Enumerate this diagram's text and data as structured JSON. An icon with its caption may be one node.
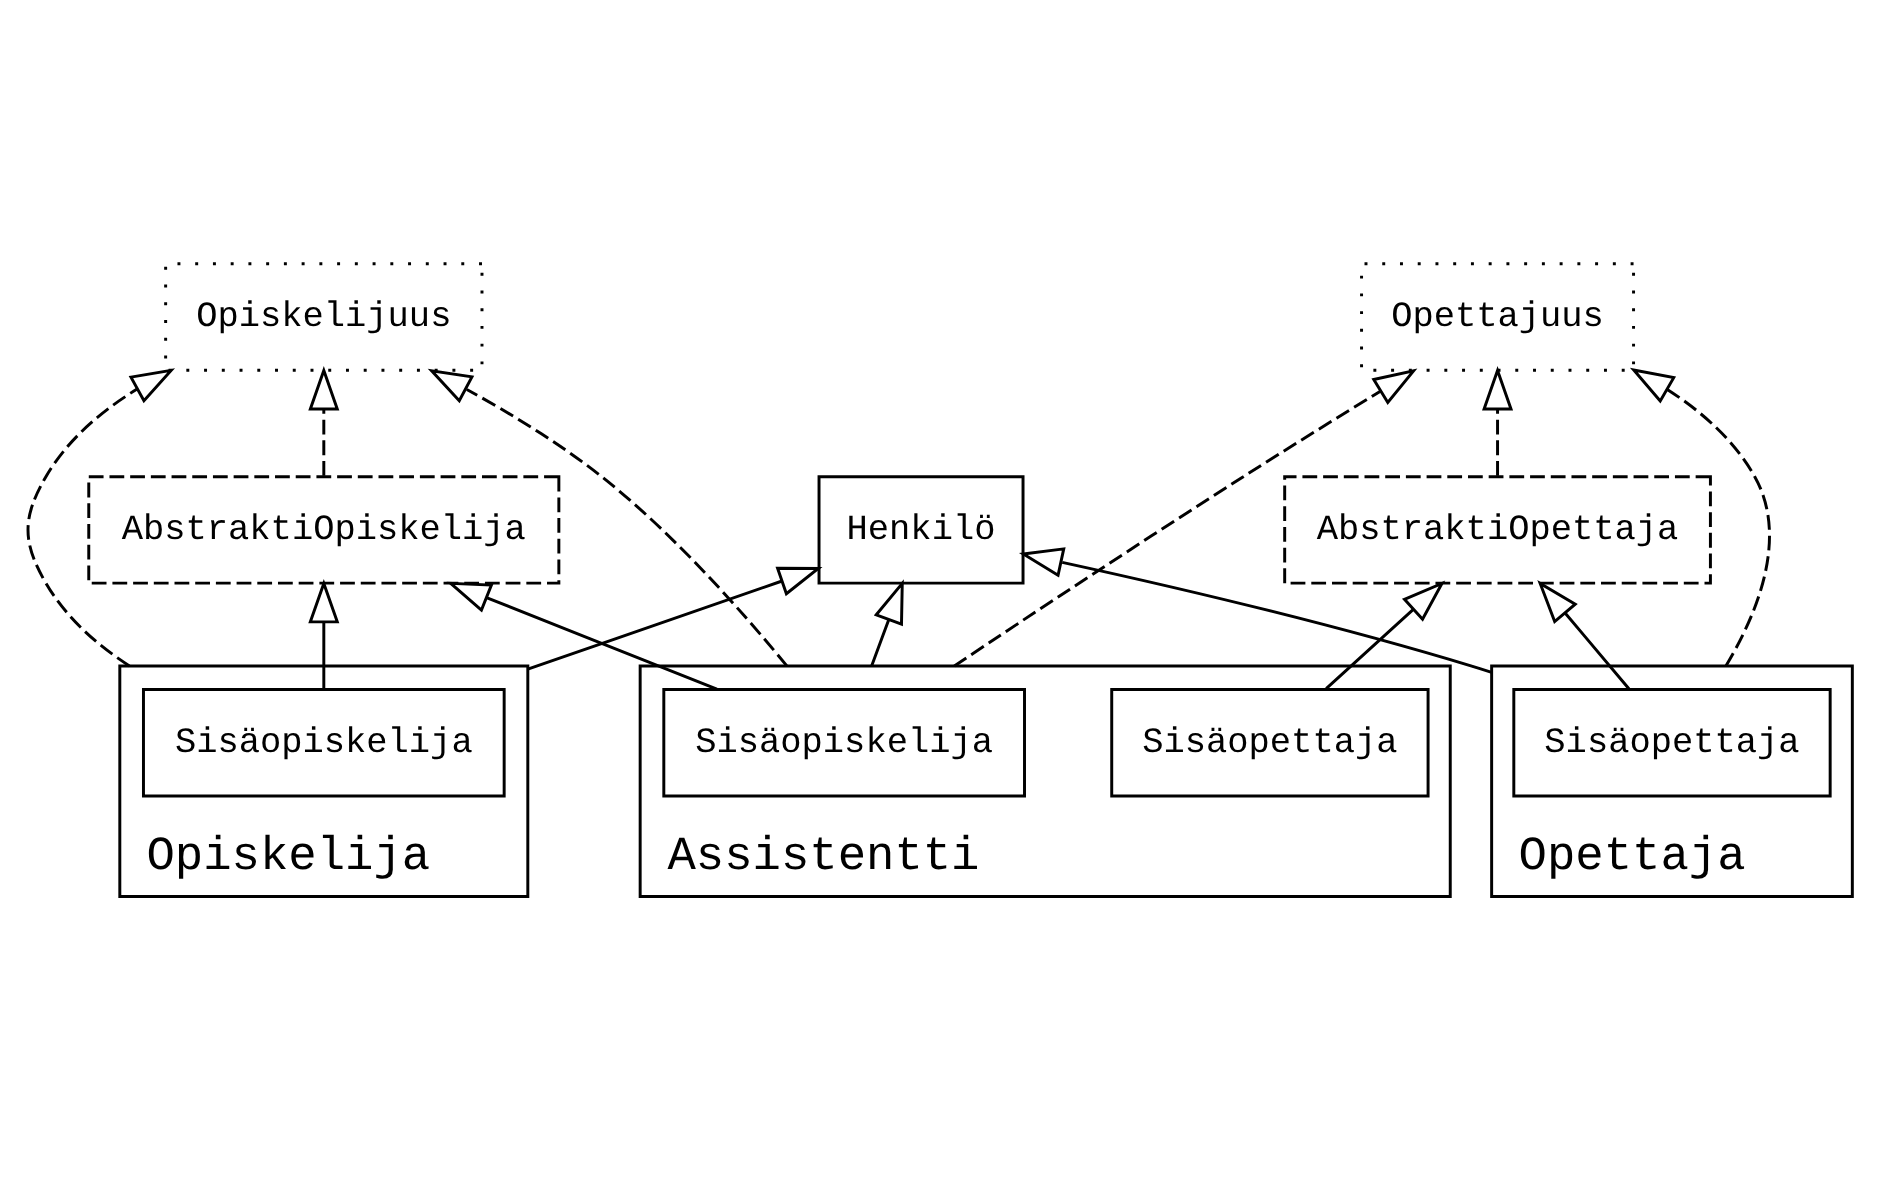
{
  "diagram": {
    "nodes": [
      {
        "text": [
          "Opiskelijuus"
        ]
      },
      {
        "text": [
          "Henkilö"
        ]
      },
      {
        "text": [
          "Opettajuus"
        ]
      },
      {
        "text": [
          "AbstraktiOpiskelija"
        ]
      },
      {
        "text": [
          "AbstraktiOpettaja"
        ]
      },
      {
        "text": [
          "Opiskelija"
        ]
      },
      {
        "text": [
          "Sisäopiskelija"
        ],
        "in": 5
      },
      {
        "text": [
          "Opettaja"
        ]
      },
      {
        "text": [
          "Sisäopettaja"
        ],
        "in": 7
      },
      {
        "text": [
          "Assistentti"
        ]
      },
      {
        "text": [
          "Sisäopiskelija"
        ],
        "in": 9
      },
      {
        "text": [
          "Sisäopettaja"
        ],
        "in": 9
      }
    ],
    "edges": [
      {
        "from": 3,
        "to": 0,
        "arrow": "to",
        "style": "dashed"
      },
      {
        "from": 5,
        "to": 0,
        "arrow": "to",
        "style": "dashed"
      },
      {
        "from": 9,
        "to": 0,
        "arrow": "to",
        "style": "dashed"
      },
      {
        "from": 5,
        "to": 1,
        "arrow": "to"
      },
      {
        "from": 7,
        "to": 1,
        "arrow": "to"
      },
      {
        "from": 9,
        "to": 1,
        "arrow": "to"
      },
      {
        "from": 9,
        "to": 2,
        "arrow": "to",
        "style": "dashed"
      },
      {
        "from": 7,
        "to": 2,
        "arrow": "to",
        "style": "dashed"
      },
      {
        "from": 4,
        "to": 2,
        "arrow": "to",
        "style": "dashed"
      },
      {
        "from": 6,
        "to": 3,
        "arrow": "to"
      },
      {
        "from": 10,
        "to": 3,
        "arrow": "to"
      },
      {
        "from": 8,
        "to": 4,
        "arrow": "to"
      },
      {
        "from": 11,
        "to": 4,
        "arrow": "to"
      }
    ]
  }
}
